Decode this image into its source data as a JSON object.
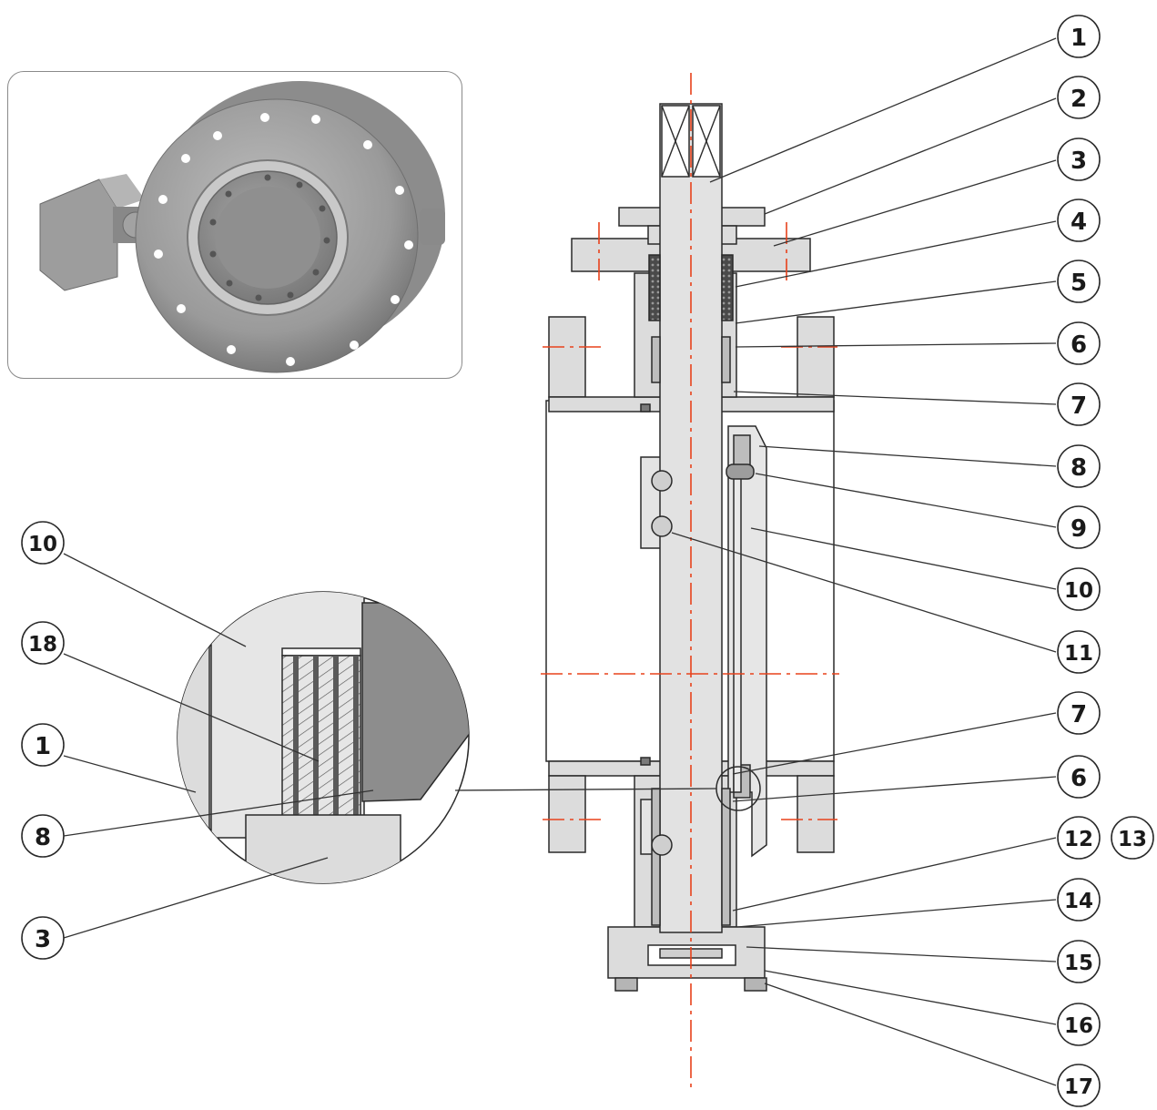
{
  "header": {
    "title_fragment": "",
    "title_visible": false
  },
  "colors": {
    "centerline": "#e8421c",
    "outline": "#2a2a2a",
    "body_fill": "#dcdcdc",
    "body_fill_dark": "#bdbdbd",
    "detail_dark": "#8d8d8d",
    "packing": "#5e5e5e",
    "callout_line": "#333333"
  },
  "photo": {
    "icon": "butterfly-valve-photo"
  },
  "callouts_right": [
    {
      "label": "1"
    },
    {
      "label": "2"
    },
    {
      "label": "3"
    },
    {
      "label": "4"
    },
    {
      "label": "5"
    },
    {
      "label": "6"
    },
    {
      "label": "7"
    },
    {
      "label": "8"
    },
    {
      "label": "9"
    },
    {
      "label": "10"
    },
    {
      "label": "11"
    },
    {
      "label": "7"
    },
    {
      "label": "6"
    },
    {
      "label": "12"
    },
    {
      "label": "13"
    },
    {
      "label": "14"
    },
    {
      "label": "15"
    },
    {
      "label": "16"
    },
    {
      "label": "17"
    }
  ],
  "callouts_left": [
    {
      "label": "10"
    },
    {
      "label": "18"
    },
    {
      "label": "1"
    },
    {
      "label": "8"
    },
    {
      "label": "3"
    }
  ]
}
